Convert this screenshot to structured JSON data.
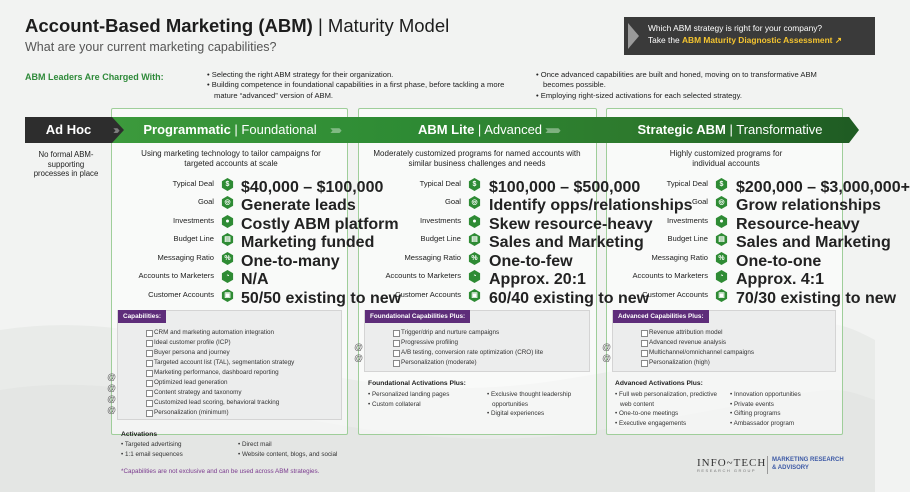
{
  "header": {
    "title_bold": "Account-Based Marketing (ABM)",
    "title_sep": "|",
    "title_rest": "Maturity Model",
    "subtitle": "What are your current marketing capabilities?"
  },
  "cta": {
    "line1": "Which ABM strategy is right for your company?",
    "line2_prefix": "Take the",
    "link": "ABM Maturity Diagnostic Assessment",
    "link_icon": "external-link-icon"
  },
  "leaders": {
    "label": "ABM Leaders Are Charged With:",
    "left": [
      "Selecting the right ABM strategy for their organization.",
      "Building competence in foundational capabilities in a first phase, before tackling a more mature “advanced” version of ABM."
    ],
    "right": [
      "Once advanced capabilities are built and honed, moving on to transformative ABM becomes possible.",
      "Employing right-sized activations for each selected strategy."
    ]
  },
  "colors": {
    "green": "#2e8b34",
    "purple": "#5e2d7a",
    "dark": "#2d2d2d",
    "gold": "#f4c430"
  },
  "adhoc": {
    "title": "Ad Hoc",
    "text": "No formal ABM-supporting processes in place"
  },
  "row_labels": [
    "Typical Deal",
    "Goal",
    "Investments",
    "Budget Line",
    "Messaging Ratio",
    "Accounts to Marketers",
    "Customer Accounts"
  ],
  "row_icons": [
    "$",
    "◎",
    "●",
    "▤",
    "%",
    "◔",
    "▣"
  ],
  "stages": [
    {
      "title_bold": "Programmatic",
      "title_rest": "Foundational",
      "desc": "Using marketing technology to tailor campaigns for targeted accounts at scale",
      "values": [
        "$40,000 – $100,000",
        "Generate leads",
        "Costly ABM platform",
        "Marketing funded",
        "One-to-many",
        "N/A",
        "50/50 existing to new"
      ],
      "cap_title": "Capabilities:",
      "caps": [
        "CRM and marketing automation integration",
        "Ideal customer profile (ICP)",
        "Buyer persona and journey",
        "Targeted account list (TAL), segmentation strategy",
        "Marketing performance, dashboard reporting",
        "Optimized lead generation",
        "Content strategy and taxonomy",
        "Customized lead scoring, behavioral tracking",
        "Personalization (minimum)"
      ],
      "act_title": "Activations",
      "act_left": [
        "Targeted advertising",
        "1:1 email sequences"
      ],
      "act_right": [
        "Direct mail",
        "Website content, blogs, and social"
      ]
    },
    {
      "title_bold": "ABM Lite",
      "title_rest": "Advanced",
      "desc": "Moderately customized programs for named accounts with similar business challenges and needs",
      "values": [
        "$100,000 – $500,000",
        "Identify opps/relationships",
        "Skew resource-heavy",
        "Sales and Marketing",
        "One-to-few",
        "Approx. 20:1",
        "60/40 existing to new"
      ],
      "cap_title": "Foundational Capabilities Plus:",
      "caps": [
        "Trigger/drip and nurture campaigns",
        "Progressive profiling",
        "A/B testing, conversion rate optimization (CRO) lite",
        "Personalization (moderate)"
      ],
      "act_title": "Foundational Activations Plus:",
      "act_left": [
        "Personalized landing pages",
        "Custom collateral"
      ],
      "act_right": [
        "Exclusive thought leadership opportunities",
        "Digital experiences"
      ]
    },
    {
      "title_bold": "Strategic ABM",
      "title_rest": "Transformative",
      "desc": "Highly customized programs for individual accounts",
      "values": [
        "$200,000 – $3,000,000+",
        "Grow relationships",
        "Resource-heavy",
        "Sales and Marketing",
        "One-to-one",
        "Approx. 4:1",
        "70/30 existing to new"
      ],
      "cap_title": "Advanced Capabilities Plus:",
      "caps": [
        "Revenue attribution model",
        "Advanced revenue analysis",
        "Multichannel/omnichannel campaigns",
        "Personalization (high)"
      ],
      "act_title": "Advanced Activations Plus:",
      "act_left": [
        "Full web personalization, predictive web content",
        "One-to-one meetings",
        "Executive engagements"
      ],
      "act_right": [
        "Innovation opportunities",
        "Private events",
        "Gifting programs",
        "Ambassador program"
      ]
    }
  ],
  "footnote": "*Capabilities are not exclusive and can be used across ABM strategies.",
  "logo": {
    "name": "INFO~TECH",
    "sub": "RESEARCH GROUP",
    "tag1": "MARKETING RESEARCH",
    "tag2": "& ADVISORY"
  }
}
